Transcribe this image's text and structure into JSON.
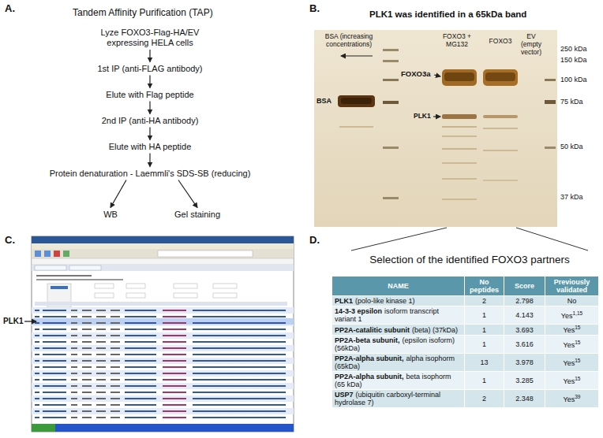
{
  "diagram": {
    "nodes": [
      {
        "text": [
          "Lyze FOXO3-Flag-HA/EV expressing HELA cells"
        ]
      },
      {
        "text": [
          "1st IP (anti-FLAG antibody)"
        ]
      },
      {
        "text": [
          "Elute with Flag peptide"
        ]
      },
      {
        "text": [
          "2nd IP (anti-HA antibody)"
        ]
      },
      {
        "text": [
          "Elute with HA peptide"
        ]
      },
      {
        "text": [
          "Protein denaturation - Laemmli's SDS-SB (reducing)"
        ]
      },
      {
        "text": [
          "WB"
        ]
      },
      {
        "text": [
          "Gel staining"
        ]
      }
    ],
    "edges": [
      {
        "from": 0,
        "to": 1,
        "arrow": "to"
      },
      {
        "from": 1,
        "to": 2,
        "arrow": "to"
      },
      {
        "from": 2,
        "to": 3,
        "arrow": "to"
      },
      {
        "from": 3,
        "to": 4,
        "arrow": "to"
      },
      {
        "from": 4,
        "to": 5,
        "arrow": "to"
      },
      {
        "from": 5,
        "to": 6,
        "arrow": "to"
      },
      {
        "from": 5,
        "to": 7,
        "arrow": "to"
      }
    ],
    "labels": [
      "A.",
      "Tandem Affinity Purification (TAP)",
      "B.",
      "PLK1 was identified in a 65kDa band",
      "BSA (increasing concentrations)",
      "FOXO3 + MG132",
      "FOXO3",
      "EV (empty vector)",
      "250 kDa",
      "150 kDa",
      "100 kDa",
      "75 kDa",
      "50 kDa",
      "37 kDa",
      "BSA",
      "FOXO3a",
      "PLK1",
      "C.",
      "PLK1",
      "D.",
      "Selection of the identified FOXO3 partners",
      "NAME",
      "No peptides",
      "Score",
      "Previously validated",
      "PLK1",
      "(polo-like kinase 1)",
      "2",
      "2.798",
      "No",
      "14-3-3 epsilon",
      "isoform transcript variant 1",
      "1",
      "4.143",
      "Yes",
      "1,15",
      "PP2A-catalitic subunit",
      "(beta) (37kDa)",
      "1",
      "3.693",
      "Yes",
      "15",
      "PP2A-beta subunit,",
      "(epsilon isoform) (56kDa)",
      "1",
      "3.616",
      "Yes",
      "15",
      "PP2A-alpha subunit,",
      "alpha isophorm (65kDa)",
      "13",
      "3.978",
      "Yes",
      "15",
      "PP2A-alpha subunit,",
      "beta isophorm (65 kDa)",
      "1",
      "3.285",
      "Yes",
      "15",
      "USP7",
      "(ubiquitin carboxyl-terminal hydrolase 7)",
      "2",
      "2.348",
      "Yes",
      "39"
    ]
  }
}
